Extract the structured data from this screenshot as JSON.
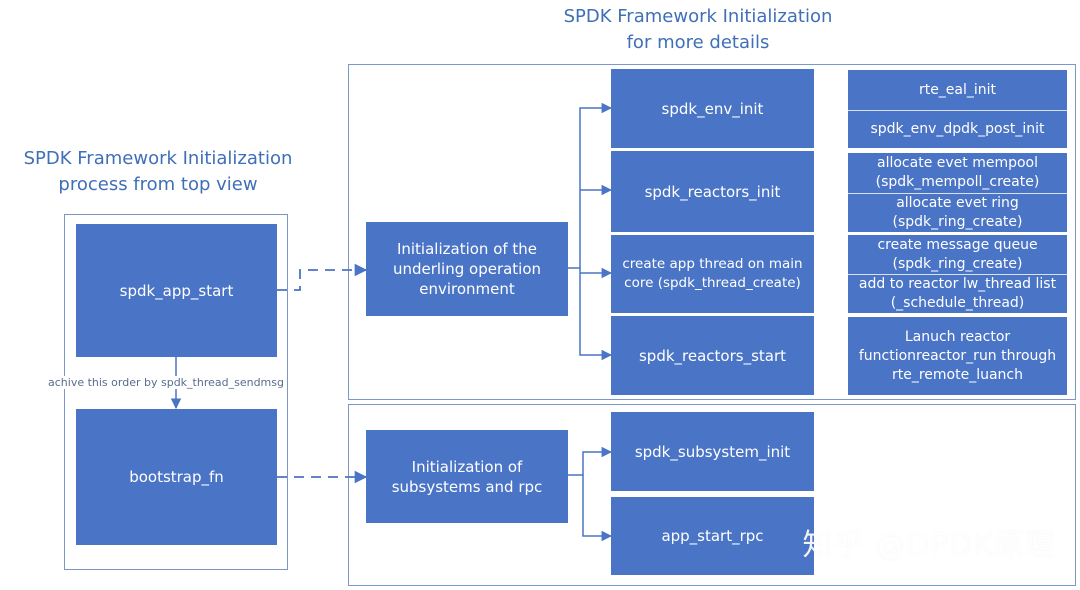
{
  "headings": {
    "overview_line_1": "SPDK Framework Initialization",
    "overview_line_2": "process from top view",
    "details_line_1": "SPDK Framework Initialization",
    "details_line_2": "for more details"
  },
  "left_flow": {
    "start": "spdk_app_start",
    "sequence_note": "achive this order by spdk_thread_sendmsg",
    "bootstrap": "bootstrap_fn"
  },
  "environment_stage": {
    "title": "Initialization of the underling operation environment",
    "steps": [
      "spdk_env_init",
      "spdk_reactors_init",
      "create app thread on main core (spdk_thread_create)",
      "spdk_reactors_start"
    ],
    "details": [
      "rte_eal_init",
      "spdk_env_dpdk_post_init",
      "allocate evet mempool (spdk_mempoll_create)",
      "allocate evet ring (spdk_ring_create)",
      "create message queue (spdk_ring_create)",
      "add to reactor lw_thread list (_schedule_thread)",
      "Lanuch reactor functionreactor_run through rte_remote_luanch"
    ]
  },
  "subsystem_stage": {
    "title": "Initialization of subsystems and rpc",
    "steps": [
      "spdk_subsystem_init",
      "app_start_rpc"
    ]
  },
  "watermark": "知乎 @DPDK原理",
  "colors": {
    "box_fill": "#4a74c6",
    "heading_text": "#3f6fb7",
    "connector": "#4a74c6",
    "panel_border": "#7c98c9",
    "box_text": "#ffffff"
  }
}
